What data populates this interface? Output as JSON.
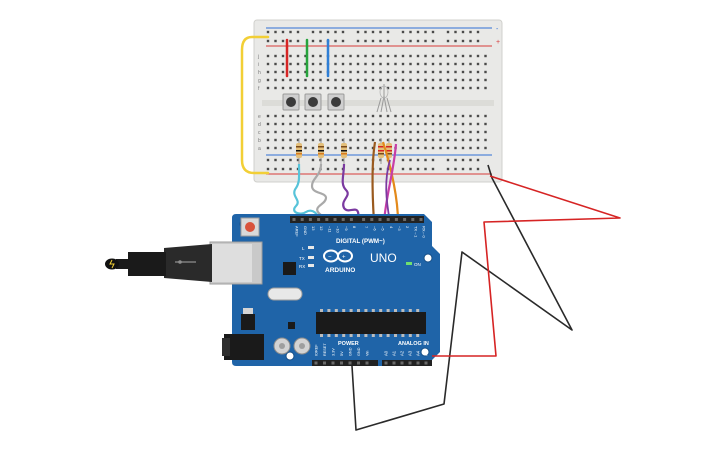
{
  "colors": {
    "background": "#ffffff",
    "breadboard": "#e9e9e7",
    "breadboard_hole": "#4a4a4a",
    "rail_red": "#d63a3a",
    "rail_blue": "#2f6fd6",
    "arduino_board": "#1f64a8",
    "arduino_dark": "#174f86",
    "wire_red": "#d62424",
    "wire_black": "#2a2a2a",
    "wire_yellow": "#f2cf36",
    "wire_green": "#27a33c",
    "wire_blue": "#2f7fd6",
    "wire_cyan": "#57c3d9",
    "wire_gray": "#a9a9a9",
    "wire_purple": "#7b3aa0",
    "wire_brown": "#9a5a1f",
    "wire_orange": "#e38a1b",
    "wire_magenta": "#c73ea8",
    "button_cap": "#3a3a3a",
    "resistor_body": "#e3bf7a",
    "usb_metal": "#c9c9c9",
    "jack_black": "#111111"
  },
  "breadboard": {
    "row_letters_top": [
      "j",
      "i",
      "h",
      "g",
      "f"
    ],
    "row_letters_bottom": [
      "e",
      "d",
      "c",
      "b",
      "a"
    ],
    "rail_plus": "+",
    "rail_minus": "-"
  },
  "arduino": {
    "brand": "ARDUINO",
    "model": "UNO",
    "digital_header_label": "DIGITAL (PWM~)",
    "power_label": "POWER",
    "analog_label": "ANALOG IN",
    "on_label": "ON",
    "tx_label": "TX",
    "rx_label": "RX",
    "l_label": "L",
    "digital_pins": [
      "AREF",
      "GND",
      "13",
      "12",
      "~11",
      "~10",
      "~9",
      "8",
      "7",
      "~6",
      "~5",
      "4",
      "~3",
      "2",
      "TX→1",
      "RX←0"
    ],
    "power_pins": [
      "IOREF",
      "RESET",
      "3.3V",
      "5V",
      "GND",
      "GND",
      "Vin"
    ],
    "analog_pins": [
      "A0",
      "A1",
      "A2",
      "A3",
      "A4",
      "A5"
    ]
  },
  "components": {
    "pushbuttons": [
      "button-1",
      "button-2",
      "button-3"
    ],
    "resistors": [
      "resistor-1",
      "resistor-2",
      "resistor-3",
      "resistor-4",
      "resistor-5"
    ],
    "rgb_led": "rgb-led"
  }
}
